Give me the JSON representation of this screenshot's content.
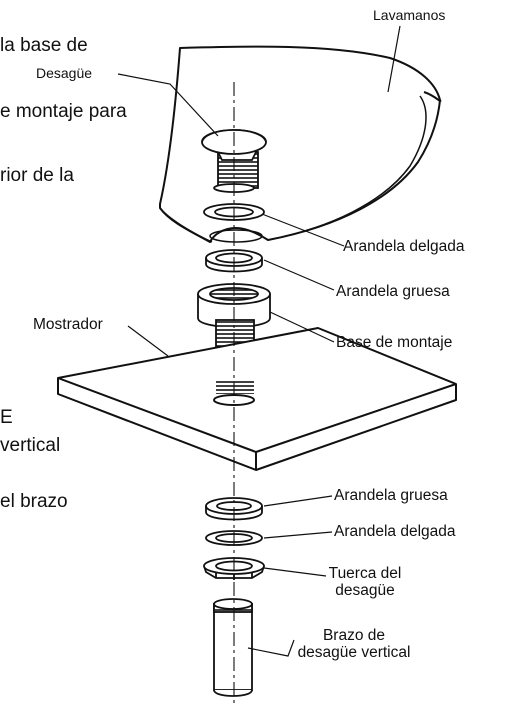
{
  "cut_text": {
    "line1": "la base de",
    "line2": "e montaje para",
    "line3": "rior de la",
    "line4": "E",
    "line5": "vertical",
    "line6": "el brazo"
  },
  "labels": {
    "lavamanos": "Lavamanos",
    "desague": "Desagüe",
    "arandela_delgada_top": "Arandela delgada",
    "arandela_gruesa_top": "Arandela gruesa",
    "mostrador": "Mostrador",
    "base_de_montaje": "Base de montaje",
    "arandela_gruesa_bottom": "Arandela gruesa",
    "arandela_delgada_bottom": "Arandela delgada",
    "tuerca_line1": "Tuerca del",
    "tuerca_line2": "desagüe",
    "brazo_line1": "Brazo de",
    "brazo_line2": "desagüe vertical"
  }
}
